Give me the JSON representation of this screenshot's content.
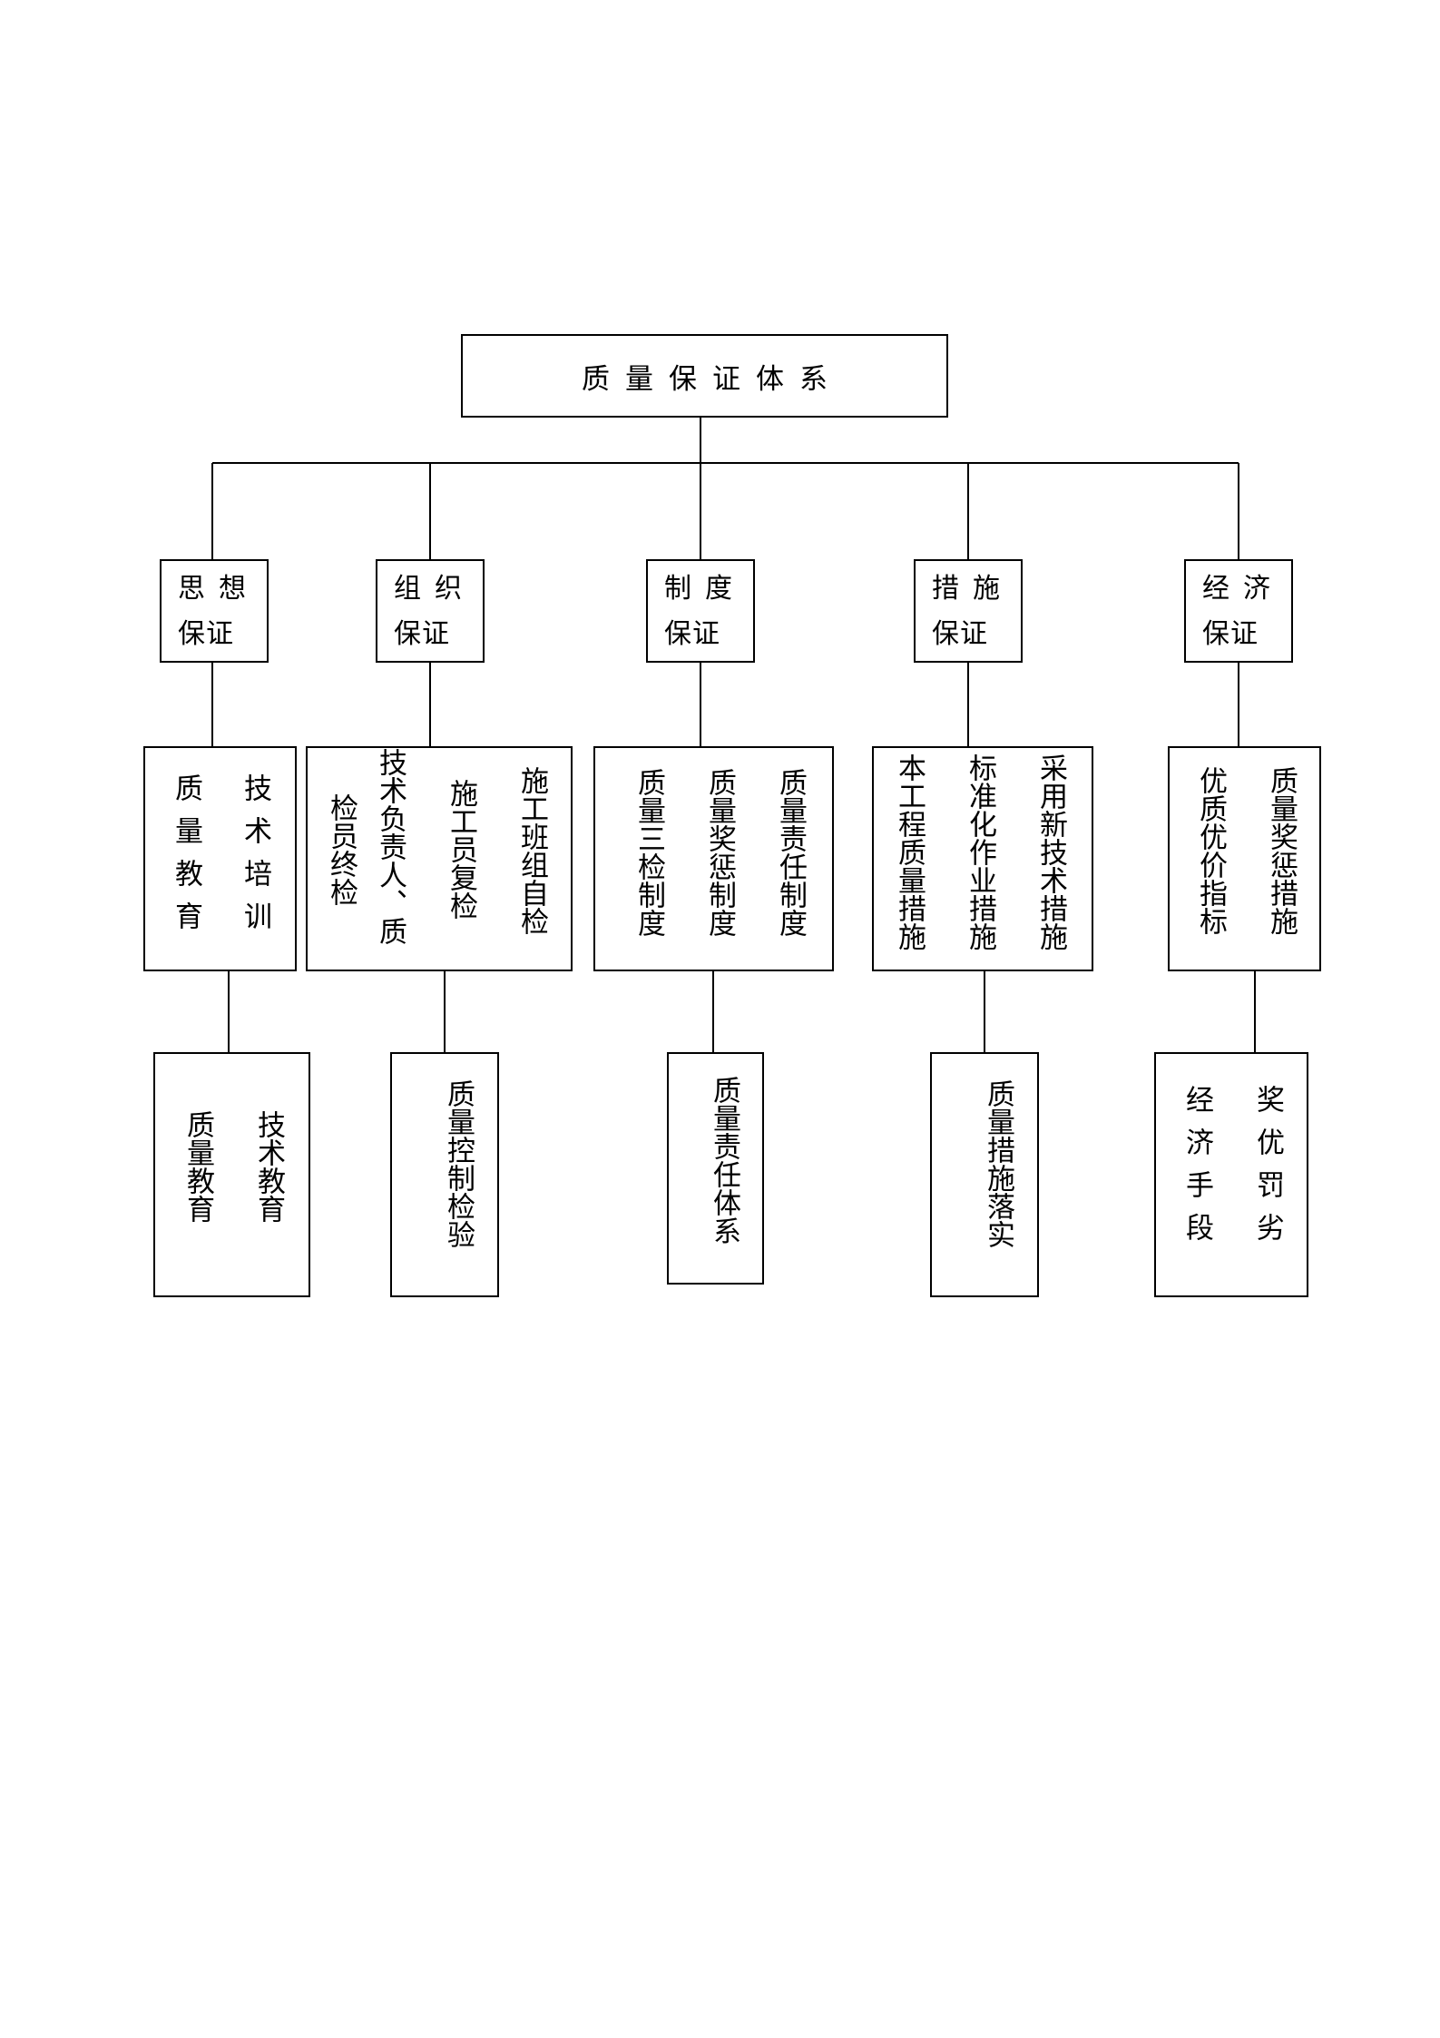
{
  "root": {
    "label": "质量保证体系"
  },
  "categories": [
    {
      "line1": "思想",
      "line2": "保证"
    },
    {
      "line1": "组织",
      "line2": "保证"
    },
    {
      "line1": "制度",
      "line2": "保证"
    },
    {
      "line1": "措施",
      "line2": "保证"
    },
    {
      "line1": "经济",
      "line2": "保证"
    }
  ],
  "details": [
    {
      "columns": [
        "技术培训",
        "质量教育"
      ]
    },
    {
      "columns": [
        "施工班组自检",
        "施工员复检",
        "技术负责人、质",
        "检员终检"
      ]
    },
    {
      "columns": [
        "质量责任制度",
        "质量奖惩制度",
        "质量三检制度"
      ]
    },
    {
      "columns": [
        "采用新技术措施",
        "标准化作业措施",
        "本工程质量措施"
      ]
    },
    {
      "columns": [
        "质量奖惩措施",
        "优质优价指标"
      ]
    }
  ],
  "outcomes": [
    {
      "columns": [
        "技术教育",
        "质量教育"
      ]
    },
    {
      "columns": [
        "质量控制检验"
      ]
    },
    {
      "columns": [
        "质量责任体系"
      ]
    },
    {
      "columns": [
        "质量措施落实"
      ]
    },
    {
      "columns": [
        "奖优罚劣",
        "经济手段"
      ]
    }
  ]
}
